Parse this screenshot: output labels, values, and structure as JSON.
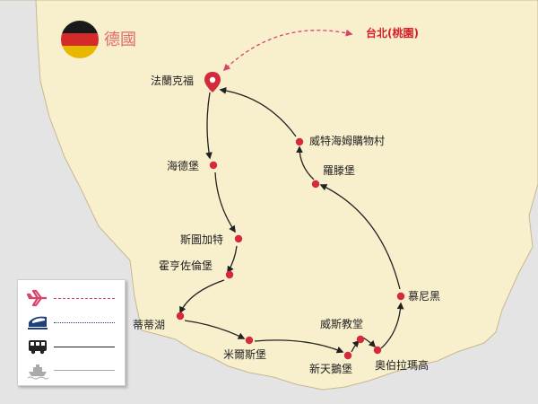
{
  "country": {
    "name": "德國",
    "flag_colors": [
      "#1a1a1a",
      "#d42a2a",
      "#e8b800"
    ]
  },
  "origin": {
    "label": "台北(桃園)",
    "color": "#d4202a"
  },
  "stops": [
    {
      "id": "frankfurt",
      "label": "法蘭克福"
    },
    {
      "id": "heidelberg",
      "label": "海德堡"
    },
    {
      "id": "stuttgart",
      "label": "斯圖加特"
    },
    {
      "id": "hohenzollern",
      "label": "霍亨佐倫堡"
    },
    {
      "id": "titisee",
      "label": "蒂蒂湖"
    },
    {
      "id": "mittenwald",
      "label": "米爾斯堡"
    },
    {
      "id": "neuschwanstein",
      "label": "新天鵝堡"
    },
    {
      "id": "wieskirche",
      "label": "威斯教堂"
    },
    {
      "id": "oberammergau",
      "label": "奧伯拉瑪高"
    },
    {
      "id": "munich",
      "label": "慕尼黑"
    },
    {
      "id": "rothenburg",
      "label": "羅滕堡"
    },
    {
      "id": "wertheim",
      "label": "威特海姆購物村"
    }
  ],
  "legend": {
    "items": [
      {
        "mode": "flight",
        "icon": "airplane-icon",
        "line_style": "dashed",
        "color": "#d9426b"
      },
      {
        "mode": "high-speed-rail",
        "icon": "bullet-train-icon",
        "line_style": "dotted",
        "color": "#1f3f7a"
      },
      {
        "mode": "coach",
        "icon": "bus-icon",
        "line_style": "solid",
        "color": "#222222"
      },
      {
        "mode": "ferry",
        "icon": "ship-icon",
        "line_style": "solid",
        "color": "#aaaaaa"
      }
    ]
  },
  "colors": {
    "land": "#f8efcd",
    "land_border": "#c8b890",
    "sea": "#e4e4e4",
    "stop_marker": "#d42a3c",
    "route": "#222222",
    "flight_route": "#d9426b",
    "start_pin": "#d42a3c"
  }
}
